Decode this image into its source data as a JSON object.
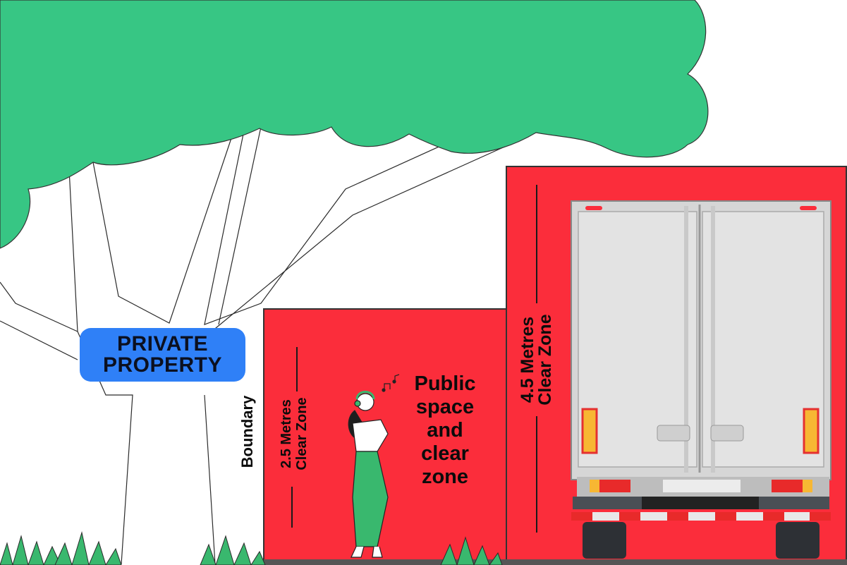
{
  "labels": {
    "private_property_line1": "PRIVATE",
    "private_property_line2": "PROPERTY",
    "boundary": "Boundary",
    "clear_zone_small_line1": "2.5 Metres",
    "clear_zone_small_line2": "Clear Zone",
    "public_space_lines": [
      "Public",
      "space",
      "and",
      "clear",
      "zone"
    ],
    "clear_zone_large_line1": "4.5 Metres",
    "clear_zone_large_line2": "Clear Zone"
  },
  "colors": {
    "tree_canopy": "#37c684",
    "clear_zone_red": "#fb2d3b",
    "private_tag_blue": "#2f80f7",
    "truck_body": "#dddddd",
    "pedestrian_pants": "#39b86e"
  },
  "icons": [
    "tree-icon",
    "pedestrian-icon",
    "music-notes-icon",
    "truck-rear-icon",
    "grass-tuft-icon"
  ]
}
